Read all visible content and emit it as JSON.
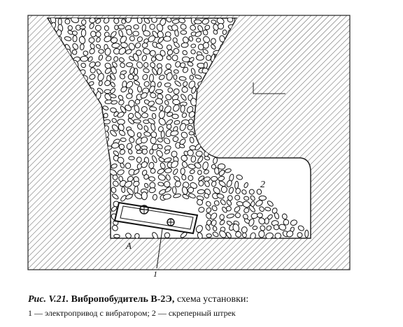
{
  "figure": {
    "label_number": "2",
    "label_A": "A",
    "label_one": "1"
  },
  "caption": {
    "number": "Рис. V.21.",
    "title": "Вибропобудитель В-2Э,",
    "rest": "схема установки:",
    "legend": "1 — электропривод с вибратором; 2 — скреперный штрек"
  }
}
